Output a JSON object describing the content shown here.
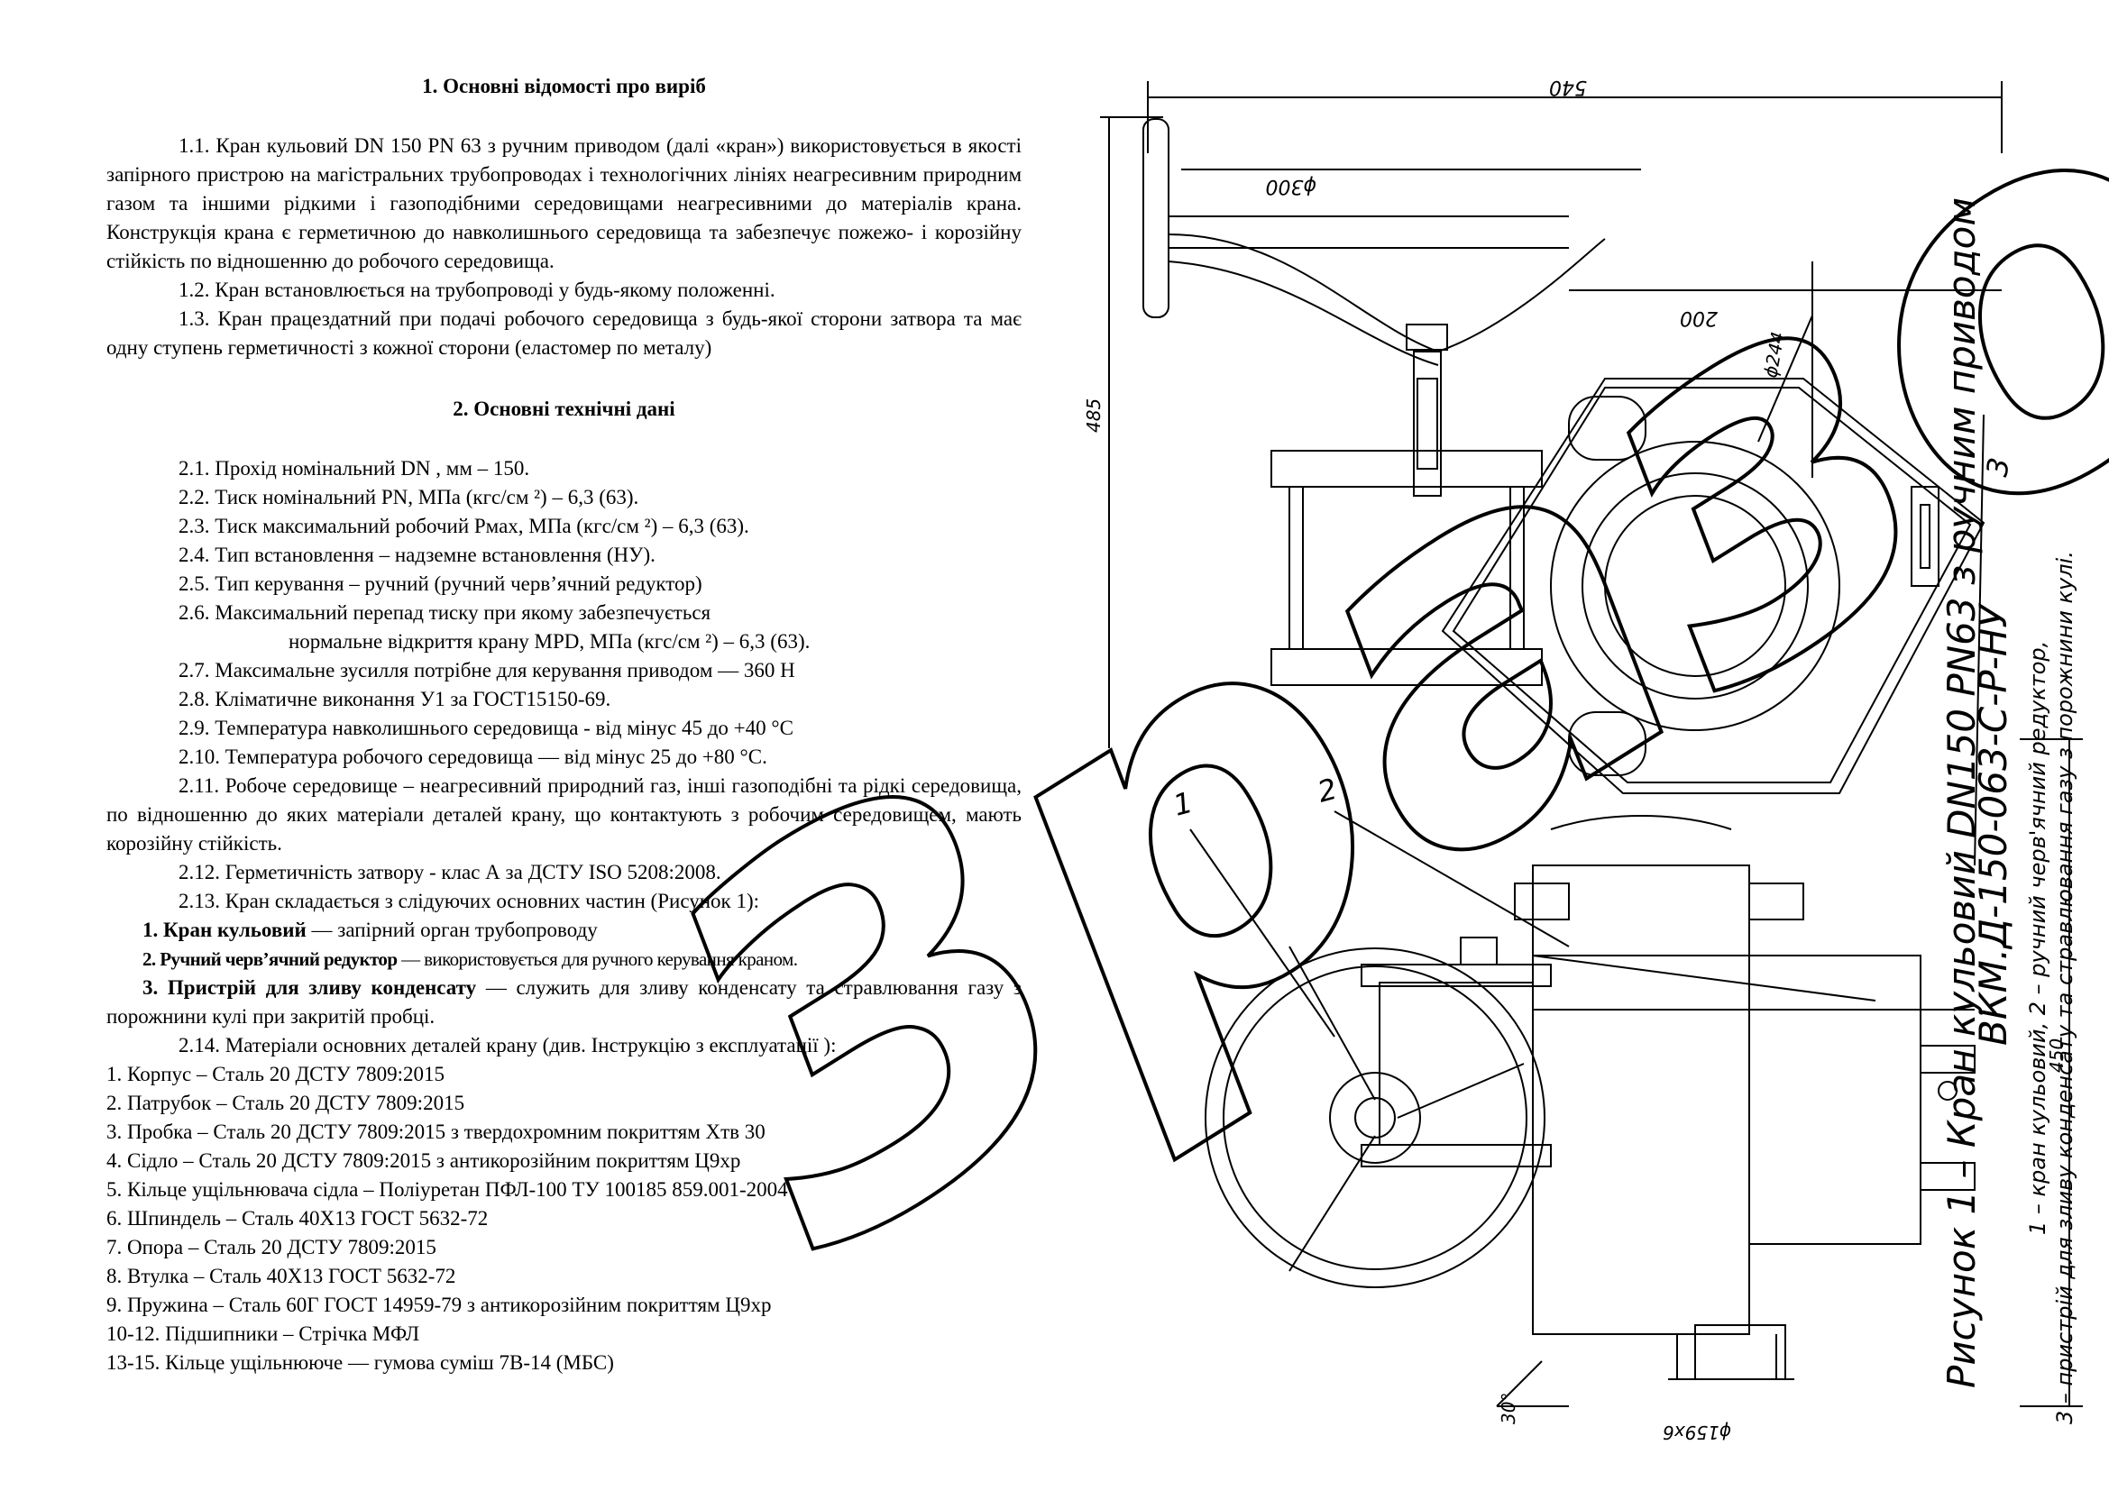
{
  "section1": {
    "title": "1. Основні відомості про виріб",
    "p1_1": "1.1. Кран кульовий DN 150 PN 63 з ручним приводом (далі «кран») використовується в якості запірного пристрою на магістральних трубопроводах і технологічних лініях неагресивним природним газом та іншими рідкими і газоподібними середовищами неагресивними до матеріалів крана. Конструкція крана є герметичною до навколишнього середовища та забезпечує пожежо- і корозійну стійкість по відношенню до робочого середовища.",
    "p1_2": "1.2. Кран встановлюється на трубопроводі у будь-якому положенні.",
    "p1_3": "1.3. Кран працездатний при подачі робочого середовища з будь-якої сторони затвора та має одну ступень герметичності з кожної сторони (еластомер по металу)"
  },
  "section2": {
    "title": "2. Основні технічні дані",
    "i2_1": "2.1. Прохід номінальний  DN , мм – 150.",
    "i2_2": "2.2. Тиск номінальний  PN, МПа (кгс/см ²) – 6,3 (63).",
    "i2_3": "2.3. Тиск максимальний робочий Pмах, МПа (кгс/см ²) – 6,3 (63).",
    "i2_4": "2.4. Тип встановлення – надземне встановлення (НУ).",
    "i2_5": "2.5. Тип керування –  ручний (ручний черв’ячний редуктор)",
    "i2_6a": "2.6. Максимальний перепад тиску при якому забезпечується",
    "i2_6b": "нормальне відкриття крану MPD, МПа (кгс/см ²) – 6,3 (63).",
    "i2_7": "2.7. Максимальне зусилля потрібне для керування приводом — 360 Н",
    "i2_8": "2.8. Кліматичне виконання У1 за ГОСТ15150-69.",
    "i2_9": "2.9. Температура навколишнього середовища - від мінус 45 до +40 °С",
    "i2_10": "2.10. Температура робочого середовища — від мінус 25 до +80 °С.",
    "i2_11": "2.11. Робоче середовище – неагресивний природний газ, інші газоподібні та рідкі середовища, по відношенню до яких матеріали деталей крану, що контактують з робочим середовищем, мають корозійну стійкість.",
    "i2_12": "2.12. Герметичність затвору - клас А за ДСТУ ISO 5208:2008.",
    "i2_13": "2.13. Кран складається з слідуючих основних частин (Рисунок 1):",
    "part1_name": "1.  Кран кульовий",
    "part1_desc": " — запірний орган трубопроводу",
    "part2_name": "2.   Ручний черв’ячний редуктор",
    "part2_desc": " — використовується для ручного керування краном.",
    "part3_name": "3.  Пристрій для зливу конденсату",
    "part3_desc": " — служить для зливу конденсату та стравлювання газу з порожнини кулі при закритій пробці.",
    "i2_14": "2.14. Матеріали основних деталей крану (див. Інструкцію з експлуатації ):",
    "materials": [
      "1. Корпус – Сталь 20 ДСТУ 7809:2015",
      "2. Патрубок – Сталь 20 ДСТУ 7809:2015",
      "3. Пробка – Сталь 20 ДСТУ 7809:2015 з твердохромним покриттям Хтв 30",
      "4. Сідло – Сталь 20 ДСТУ 7809:2015 з антикорозійним покриттям Ц9хр",
      "5. Кільце ущільнювача  сідла  – Поліуретан ПФЛ-100 ТУ 100185 859.001-2004",
      "6. Шпиндель – Сталь 40Х13 ГОСТ 5632-72",
      "7. Опора – Сталь 20 ДСТУ 7809:2015",
      "8. Втулка – Сталь 40Х13 ГОСТ 5632-72",
      "9. Пружина – Сталь 60Г ГОСТ 14959-79 з антикорозійним покриттям Ц9хр",
      "10-12. Підшипники – Стрічка МФЛ",
      "13-15. Кільце ущільнююче — гумова суміш 7В-14 (МБС)"
    ]
  },
  "drawing": {
    "dim_540": "540",
    "dim_d300": "ϕ300",
    "dim_200": "200",
    "dim_d244": "ϕ244",
    "dim_485": "485",
    "dim_450": "450",
    "dim_d159": "ϕ159х6",
    "dim_30deg": "30°",
    "callout_1": "1",
    "callout_2": "2",
    "callout_3": "3",
    "caption_title": "Рисунок 1 – Кран кульовий DN150 PN63 з ручним приводом",
    "caption_code": "ВКМ.Д-150-063-С-Р-НУ",
    "caption_legend_1": "1 – кран кульовий, 2 – ручний черв'ячний редуктор,",
    "caption_legend_2": "3 – пристрій для зливу конденсату та стравлювання газу з порожнини кулі."
  },
  "watermark": {
    "text": "Зразок"
  }
}
